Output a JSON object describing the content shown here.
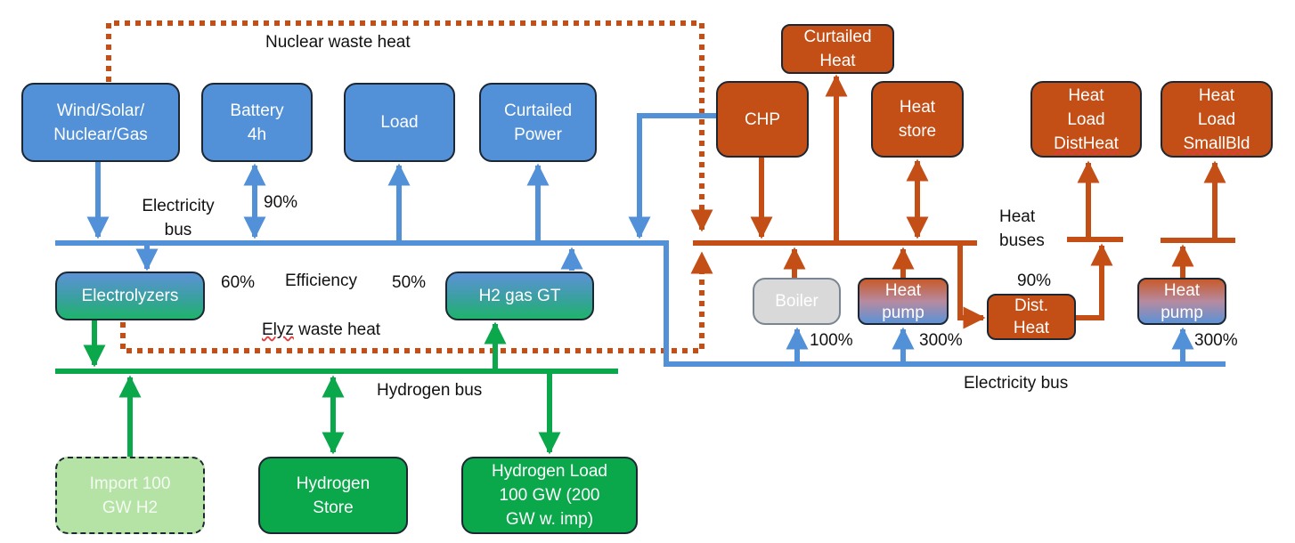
{
  "colors": {
    "electricity": "#5290d8",
    "heat": "#c34e16",
    "hydrogen": "#0aa74b",
    "border": "#1c2733",
    "import": "#b5e3a6",
    "boiler": "#d9d9d9"
  },
  "nodes": {
    "wind_solar": "Wind/Solar/\nNuclear/Gas",
    "battery": "Battery\n4h",
    "load": "Load",
    "curtailed_power": "Curtailed\nPower",
    "electrolyzers": "Electrolyzers",
    "h2_gas_gt": "H2 gas GT",
    "import_h2": "Import 100\nGW H2",
    "hydrogen_store": "Hydrogen\nStore",
    "hydrogen_load": "Hydrogen Load\n100 GW (200\nGW w. imp)",
    "chp": "CHP",
    "curtailed_heat": "Curtailed\nHeat",
    "heat_store": "Heat\nstore",
    "heat_load_distheat_line1": "Heat",
    "heat_load_distheat_line2": "Load",
    "heat_load_distheat_line3": "DistHeat",
    "heat_load_smallbld_line1": "Heat",
    "heat_load_smallbld_line2": "Load",
    "heat_load_smallbld_line3": "SmallBld",
    "boiler": "Boiler",
    "heat_pump_1": "Heat\npump",
    "dist_heat": "Dist.\nHeat",
    "heat_pump_2": "Heat\npump"
  },
  "labels": {
    "nuclear_waste_heat": "Nuclear waste heat",
    "electricity_bus": "Electricity\nbus",
    "battery_eff": "90%",
    "electrolyzer_eff": "60%",
    "efficiency": "Efficiency",
    "gt_eff": "50%",
    "elyz_waste_heat_1": "Elyz",
    "elyz_waste_heat_2": " waste heat",
    "hydrogen_bus": "Hydrogen bus",
    "heat_buses": "Heat\nbuses",
    "dist_heat_eff": "90%",
    "boiler_eff": "100%",
    "heat_pump_1_eff": "300%",
    "heat_pump_2_eff": "300%",
    "electricity_bus_2": "Electricity bus"
  }
}
